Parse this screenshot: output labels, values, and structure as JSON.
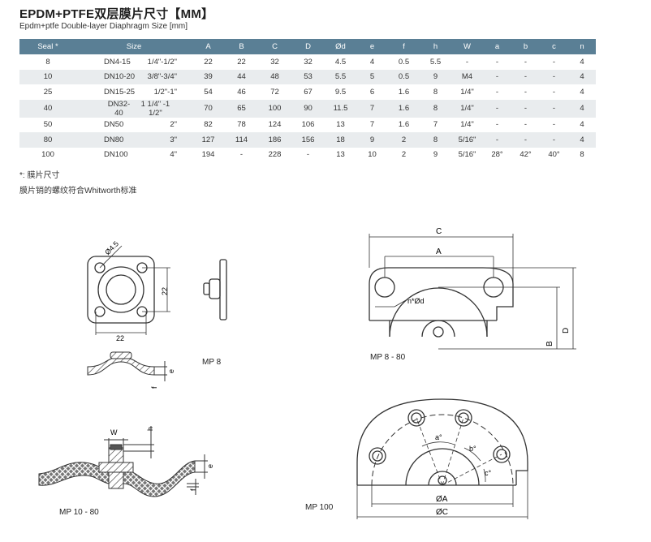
{
  "title": "EPDM+PTFE双层膜片尺寸【MM】",
  "subtitle": "Epdm+ptfe Double-layer Diaphragm Size [mm]",
  "table": {
    "headers": [
      "Seal *",
      "Size",
      "A",
      "B",
      "C",
      "D",
      "Ød",
      "e",
      "f",
      "h",
      "W",
      "a",
      "b",
      "c",
      "n"
    ],
    "rows": [
      [
        "8",
        "DN4-15",
        "1/4\"-1/2\"",
        "22",
        "22",
        "32",
        "32",
        "4.5",
        "4",
        "0.5",
        "5.5",
        "-",
        "-",
        "-",
        "-",
        "4"
      ],
      [
        "10",
        "DN10-20",
        "3/8\"-3/4\"",
        "39",
        "44",
        "48",
        "53",
        "5.5",
        "5",
        "0.5",
        "9",
        "M4",
        "-",
        "-",
        "-",
        "4"
      ],
      [
        "25",
        "DN15-25",
        "1/2\"-1\"",
        "54",
        "46",
        "72",
        "67",
        "9.5",
        "6",
        "1.6",
        "8",
        "1/4\"",
        "-",
        "-",
        "-",
        "4"
      ],
      [
        "40",
        "DN32-40",
        "1 1/4\" -1 1/2\"",
        "70",
        "65",
        "100",
        "90",
        "11.5",
        "7",
        "1.6",
        "8",
        "1/4\"",
        "-",
        "-",
        "-",
        "4"
      ],
      [
        "50",
        "DN50",
        "2\"",
        "82",
        "78",
        "124",
        "106",
        "13",
        "7",
        "1.6",
        "7",
        "1/4\"",
        "-",
        "-",
        "-",
        "4"
      ],
      [
        "80",
        "DN80",
        "3\"",
        "127",
        "114",
        "186",
        "156",
        "18",
        "9",
        "2",
        "8",
        "5/16\"",
        "-",
        "-",
        "-",
        "4"
      ],
      [
        "100",
        "DN100",
        "4\"",
        "194",
        "-",
        "228",
        "-",
        "13",
        "10",
        "2",
        "9",
        "5/16\"",
        "28°",
        "42°",
        "40°",
        "8"
      ]
    ]
  },
  "notes": [
    "*: 膜片尺寸",
    "膜片销的螺纹符合Whitworth标准"
  ],
  "drawings": {
    "mp8": "MP 8",
    "mp8_80": "MP 8 - 80",
    "mp10_80": "MP 10 - 80",
    "mp100": "MP 100",
    "dims": {
      "d45": "Ø4.5",
      "d22": "22",
      "A": "A",
      "B": "B",
      "C": "C",
      "D": "D",
      "nd": "n*Ød",
      "e": "e",
      "f": "f",
      "W": "W",
      "h": "h",
      "a": "a°",
      "b": "b°",
      "c": "c°",
      "OA": "ØA",
      "OC": "ØC"
    }
  },
  "colors": {
    "header_bg": "#5a7f95",
    "row_alt": "#e9ecee"
  }
}
